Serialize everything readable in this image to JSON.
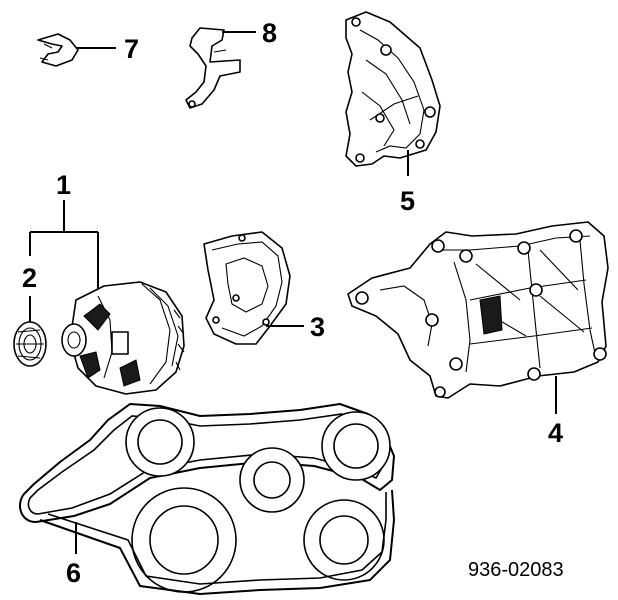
{
  "diagram": {
    "callouts": {
      "c1": "1",
      "c2": "2",
      "c3": "3",
      "c4": "4",
      "c5": "5",
      "c6": "6",
      "c7": "7",
      "c8": "8"
    },
    "reference_code": "936-02083"
  }
}
